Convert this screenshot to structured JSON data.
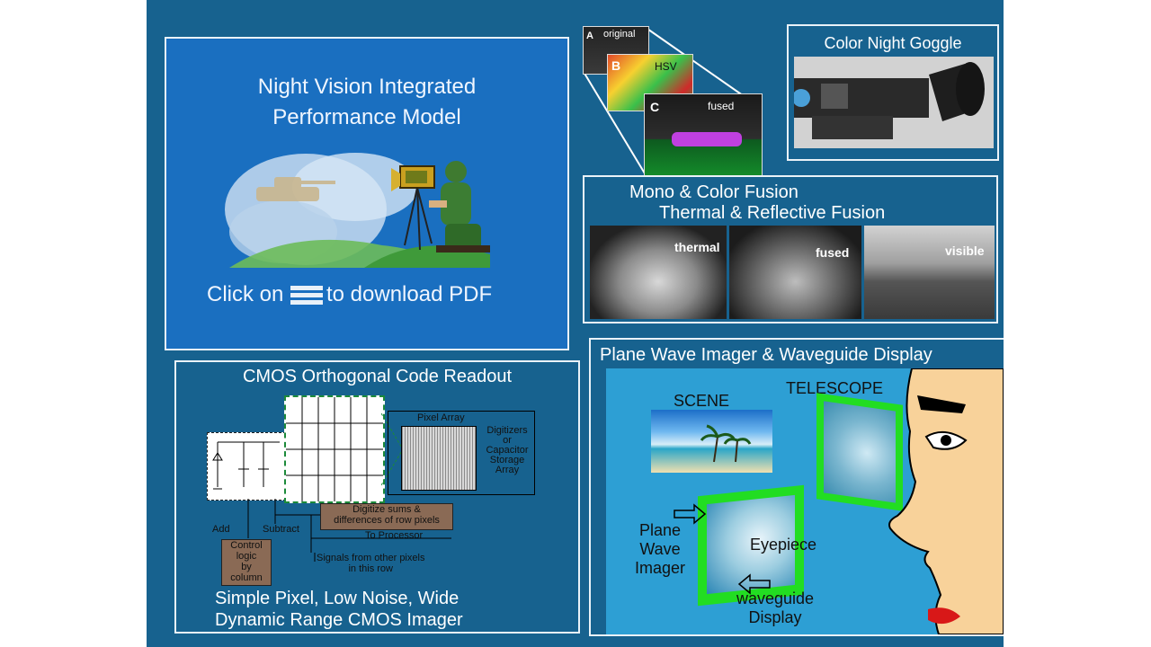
{
  "nvipm": {
    "title_line1": "Night Vision Integrated",
    "title_line2": "Performance Model",
    "click_prefix": "Click on",
    "click_suffix": "to download PDF",
    "menu_icon": "hamburger-menu-icon"
  },
  "fusion_stack": {
    "a_letter": "A",
    "a_label": "original",
    "b_letter": "B",
    "b_label": "HSV",
    "c_letter": "C",
    "c_label": "fused"
  },
  "goggle": {
    "title": "Color Night Goggle"
  },
  "mono_fusion": {
    "title_line1": "Mono & Color Fusion",
    "title_line2": "Thermal & Reflective Fusion",
    "images": [
      "thermal",
      "fused",
      "visible"
    ]
  },
  "cmos": {
    "title": "CMOS Orthogonal Code Readout",
    "pixel_array": "Pixel Array",
    "digitizers": [
      "Digitizers",
      "or",
      "Capacitor",
      "Storage",
      "Array"
    ],
    "add": "Add",
    "subtract": "Subtract",
    "control_logic": [
      "Control",
      "logic",
      "by",
      "column"
    ],
    "digitize": [
      "Digitize sums &",
      "differences of row pixels"
    ],
    "to_processor": "To Processor",
    "signals": [
      "Signals from other pixels",
      "in this row"
    ],
    "caption_line1": "Simple Pixel, Low Noise, Wide",
    "caption_line2": "Dynamic Range CMOS Imager"
  },
  "plane_wave": {
    "title": "Plane Wave Imager & Waveguide Display",
    "scene": "SCENE",
    "telescope": "TELESCOPE",
    "imager": [
      "Plane",
      "Wave",
      "Imager"
    ],
    "eyepiece": "Eyepiece",
    "waveguide": [
      "waveguide",
      "Display"
    ]
  },
  "colors": {
    "slide_bg": "#17628f",
    "panel_border": "#eaf2f8",
    "nvipm_bg": "#1a6fc0",
    "schematic_box": "#8a6a55",
    "waveguide_green": "#22dd22"
  }
}
